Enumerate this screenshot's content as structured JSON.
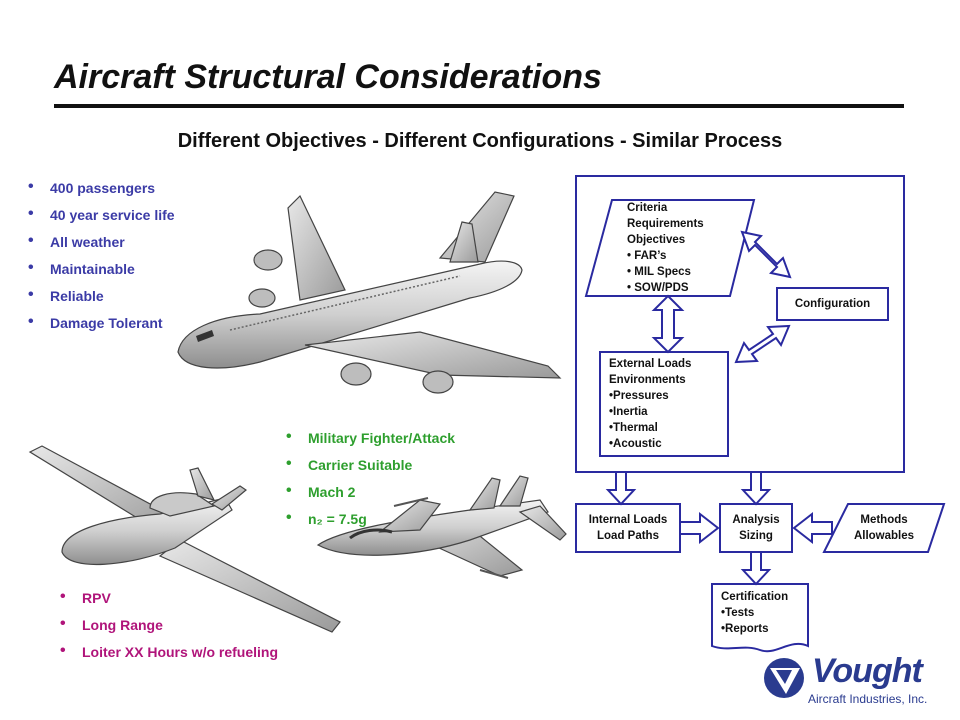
{
  "header": {
    "title": "Aircraft Structural Considerations",
    "subtitle": "Different Objectives - Different Configurations - Similar Process"
  },
  "commercial": {
    "bullets": [
      "400 passengers",
      "40 year service life",
      "All weather",
      "Maintainable",
      "Reliable",
      "Damage Tolerant"
    ],
    "color": "#3b3ba6"
  },
  "military": {
    "bullets": [
      "Military Fighter/Attack",
      "Carrier Suitable",
      "Mach 2",
      "n₂ = 7.5g"
    ],
    "color": "#2e9f2e"
  },
  "rpv": {
    "bullets": [
      "RPV",
      "Long Range",
      "Loiter XX Hours w/o refueling"
    ],
    "color": "#b0147a"
  },
  "process": {
    "criteria": {
      "lines": [
        "Criteria",
        "Requirements",
        "Objectives"
      ],
      "items": [
        "FAR’s",
        "MIL Specs",
        "SOW/PDS"
      ]
    },
    "configuration": "Configuration",
    "external_loads": {
      "lines": [
        "External Loads",
        "Environments"
      ],
      "items": [
        "•Pressures",
        "•Inertia",
        "•Thermal",
        "•Acoustic"
      ]
    },
    "internal_loads": [
      "Internal Loads",
      "Load Paths"
    ],
    "analysis": [
      "Analysis",
      "Sizing"
    ],
    "methods": [
      "Methods",
      "Allowables"
    ],
    "certification": {
      "lines": [
        "Certification"
      ],
      "items": [
        "•Tests",
        "•Reports"
      ]
    },
    "colors": {
      "border": "#2a2aa0",
      "arrow_fill": "#ffffff"
    }
  },
  "logo": {
    "name": "Vought",
    "sub": "Aircraft Industries, Inc."
  }
}
